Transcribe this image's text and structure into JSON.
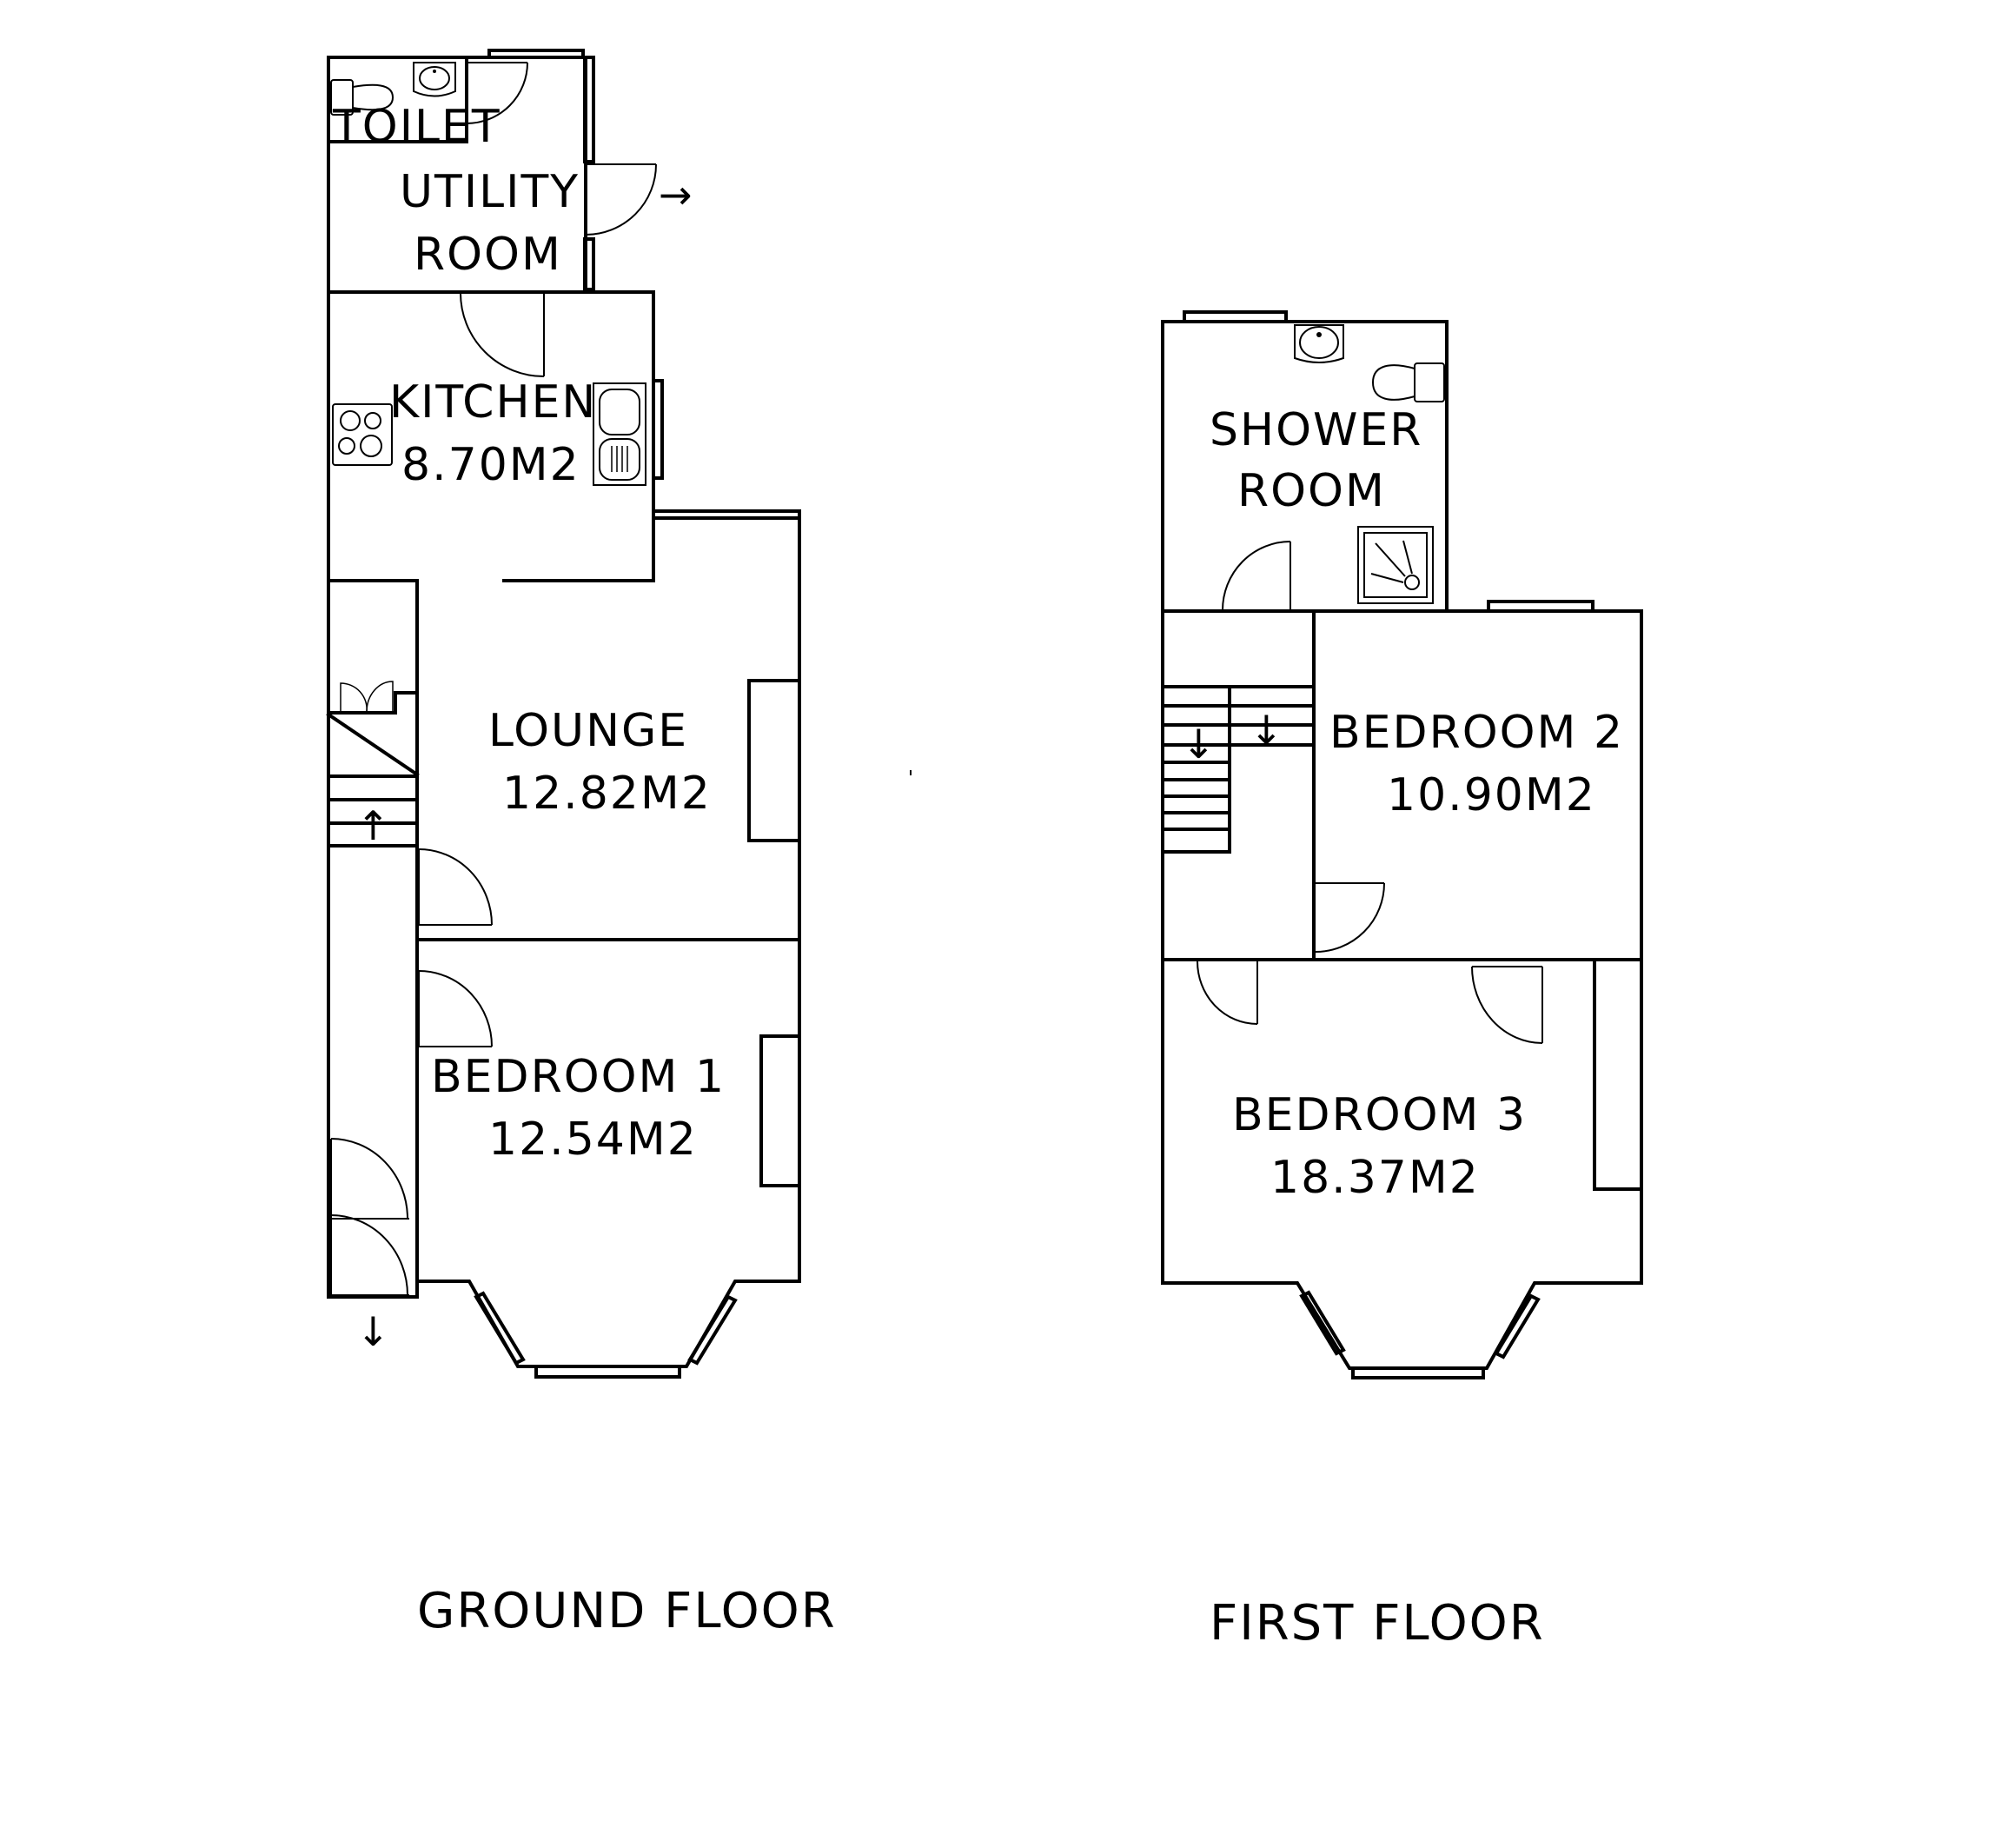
{
  "ground_floor": {
    "title": "GROUND FLOOR",
    "rooms": {
      "toilet": {
        "name": "TOILET"
      },
      "utility": {
        "name_line1": "UTILITY",
        "name_line2": "ROOM"
      },
      "kitchen": {
        "name": "KITCHEN",
        "area": "8.70M2"
      },
      "lounge": {
        "name": "LOUNGE",
        "area": "12.82M2"
      },
      "bedroom1": {
        "name": "BEDROOM 1",
        "area": "12.54M2"
      }
    },
    "arrows": {
      "exit_right": "→",
      "stairs_up": "↑",
      "front_exit": "↓"
    }
  },
  "first_floor": {
    "title": "FIRST FLOOR",
    "rooms": {
      "shower": {
        "name_line1": "SHOWER",
        "name_line2": "ROOM"
      },
      "bedroom2": {
        "name": "BEDROOM 2",
        "area": "10.90M2"
      },
      "bedroom3": {
        "name": "BEDROOM 3",
        "area": "18.37M2"
      }
    },
    "arrows": {
      "stairs_down_1": "↓",
      "stairs_down_2": "↓"
    }
  }
}
